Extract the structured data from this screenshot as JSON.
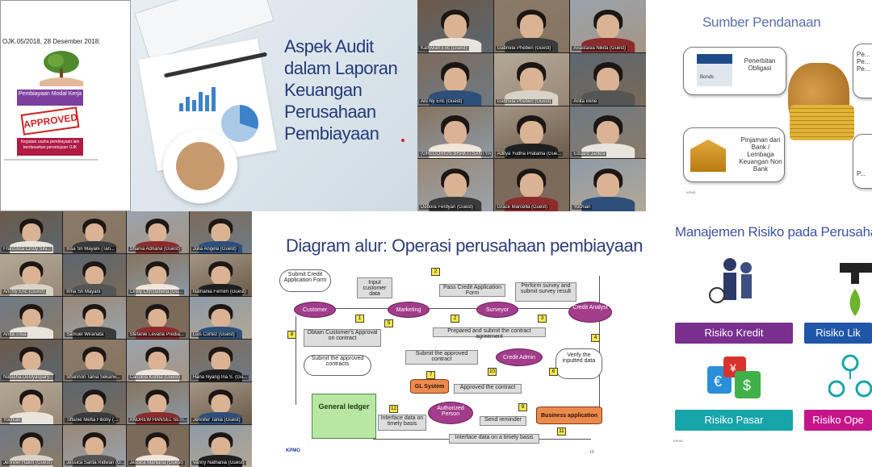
{
  "panel_slide_ojk": {
    "reference": "OJK.05/2018, 28 Desember 2018.",
    "box1": "Pembiayaan Modal Kerja",
    "stamp": "APPROVED",
    "box2": "Kegiatan usaha pembiayaan lain berdasarkan persetujuan OJK"
  },
  "panel_desk": {
    "title": "Aspek Audit dalam Laporan Keuangan Perusahaan Pembiayaan"
  },
  "video_grid_top": [
    {
      "label": "Kallyvian Eric (Guest)"
    },
    {
      "label": "Gabriela Pheben (Guest)"
    },
    {
      "label": "Anastasia Nikita (Guest)"
    },
    {
      "label": "Ani Ny Eric (Guest)"
    },
    {
      "label": "Gabriela Pheben (Guest)"
    },
    {
      "label": "Anita Irene"
    },
    {
      "label": "(GREGORIUS BHAKTI SANTYA..."
    },
    {
      "label": "Aditya Yudha Pratama (Gue..."
    },
    {
      "label": "Eduard Jankra"
    },
    {
      "label": "Debora Ferdyan (Guest)"
    },
    {
      "label": "Grace Marcella (Guest)"
    },
    {
      "label": "Yochian"
    }
  ],
  "panel_funding": {
    "title": "Sumber Pendanaan",
    "b1_text": "Penerbitan Obligasi",
    "b1_bond": "Bonds",
    "b2_text": "Pinjaman dari Bank / Lembaga Keuangan Non Bank",
    "b3_text": "Pe... Pe... Pe...",
    "b4_text": "P...",
    "footer": "KPMG"
  },
  "video_grid_bottom": [
    {
      "label": "Francisca Cindy Silv..."
    },
    {
      "label": "Insa Sri Mayani (Tan..."
    },
    {
      "label": "Shania Adriana (Guest)"
    },
    {
      "label": "Julia Angela (Guest)"
    },
    {
      "label": "Ani Ny Eric (Guest)"
    },
    {
      "label": "Irma Sri Mayani"
    },
    {
      "label": "Cindy Christabella (Gu..."
    },
    {
      "label": "Nathania Fernim (Guest)"
    },
    {
      "label": "Anita Trisa"
    },
    {
      "label": "Samuel Wiranata"
    },
    {
      "label": "Stefanie Levana Predia..."
    },
    {
      "label": "Luis Cortez (Guest)"
    },
    {
      "label": "Natasha Deslyaspary..."
    },
    {
      "label": "Shannon Tania Sekarw..."
    },
    {
      "label": "Caroline Kuntia (Guest)"
    },
    {
      "label": "Hana Nyang Ina S. (Gu..."
    },
    {
      "label": "Yochian"
    },
    {
      "label": "Tiffanie Metta Filiony (..."
    },
    {
      "label": "ANDREW HANSEL SETI..."
    },
    {
      "label": "Jennifer Tania (Guest)"
    },
    {
      "label": "Jennifer Halim (Guest)"
    },
    {
      "label": "Jessica Sarita Ridwan (G..."
    },
    {
      "label": "Jessica Marliana (Guest)"
    },
    {
      "label": "Vanny Nathania (Guest)"
    }
  ],
  "panel_diagram": {
    "title": "Diagram alur: Operasi perusahaan pembiayaan",
    "n_submit": "Submit Credit Application Form",
    "n_input": "Input customer data",
    "n_pass": "Pass Credit Application Form",
    "n_perform": "Perform survey and submit survey result",
    "n_customer": "Customer",
    "n_marketing": "Marketing",
    "n_surveyor": "Surveyor",
    "n_credit_analyst": "Credit Analyst",
    "n_obtain": "Obtain Customer's Approval on contract",
    "n_prepare": "Prepared and submit the contract agreement",
    "n_submit_approved": "Submit the approved contracts",
    "n_submit_approved2": "Submit the approved contract",
    "n_credit_admin": "Credit Admin",
    "n_verify": "Verify the inputted data",
    "n_gl_system": "GL System",
    "n_approved_contract": "Approved the contract",
    "n_general_ledger": "General ledger",
    "n_authorized": "Authorized Person",
    "n_business_app": "Business application",
    "n_interface1": "Interface data on timely basis",
    "n_send_reminder": "Send reminder",
    "n_interface2": "Interface data on a timely basis",
    "nums": [
      "1",
      "2",
      "3",
      "4",
      "5",
      "6",
      "7",
      "8",
      "9",
      "10",
      "11",
      "12"
    ],
    "page": "10",
    "footer": "KPMG"
  },
  "panel_risk": {
    "title": "Manajemen Risiko pada Perusahaan P",
    "btn1": "Risiko Kredit",
    "btn2": "Risiko Lik",
    "btn3": "Risiko Pasar",
    "btn4": "Risiko Ope",
    "c1": "#7a2f8e",
    "c2": "#1f56a8",
    "c3": "#17a5a9",
    "c4": "#c4168a",
    "footer": "KPMG"
  }
}
